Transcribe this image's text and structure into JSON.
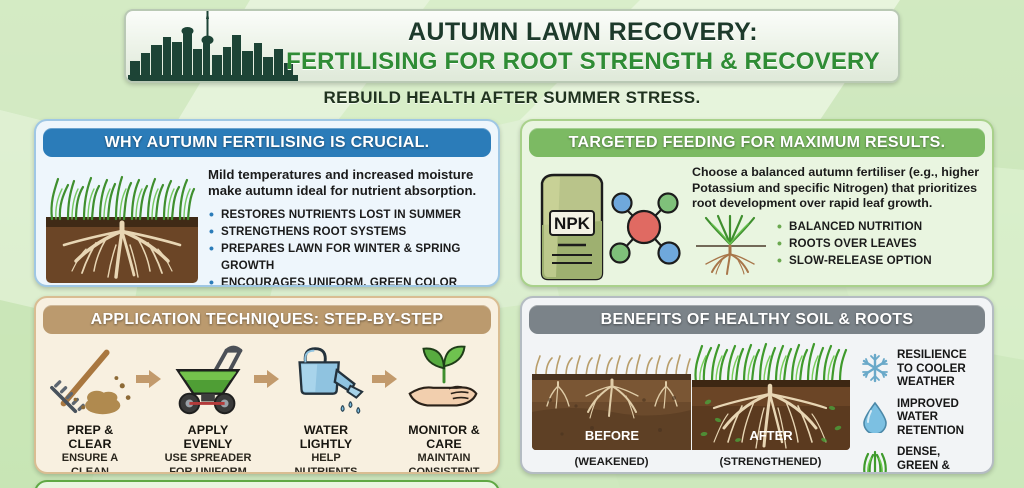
{
  "header": {
    "title_line1": "AUTUMN LAWN RECOVERY:",
    "title_line2": "FERTILISING FOR ROOT STRENGTH & RECOVERY",
    "subtitle": "REBUILD HEALTH AFTER SUMMER STRESS.",
    "logo_icon": "city-skyline-icon",
    "accent_dark": "#1d3a2b",
    "accent_green": "#2f8c35"
  },
  "cards": {
    "why": {
      "heading": "WHY AUTUMN FERTILISING IS CRUCIAL.",
      "header_color": "#2b7cb9",
      "image_icon": "grass-roots-soil-cross-section-icon",
      "lead": "Mild temperatures and increased moisture make autumn ideal for nutrient absorption.",
      "bullets": [
        "RESTORES NUTRIENTS LOST IN SUMMER",
        "STRENGTHENS ROOT SYSTEMS",
        "PREPARES LAWN FOR WINTER & SPRING GROWTH",
        "ENCOURAGES UNIFORM, GREEN COLOR"
      ]
    },
    "feeding": {
      "heading": "TARGETED FEEDING FOR MAXIMUM RESULTS.",
      "header_color": "#7cba63",
      "bag_label": "NPK",
      "bag_icon": "fertiliser-bag-icon",
      "molecule_icon": "molecule-icon",
      "sprout_icon": "sprout-roots-icon",
      "lead": "Choose a balanced autumn fertiliser (e.g., higher Potassium and specific Nitrogen) that prioritizes root development over rapid leaf growth.",
      "bullets": [
        "BALANCED NUTRITION",
        "ROOTS OVER LEAVES",
        "SLOW-RELEASE OPTION"
      ]
    },
    "steps": {
      "heading": "APPLICATION TECHNIQUES: STEP-BY-STEP",
      "header_color": "#bb9a6e",
      "arrow_icon": "arrow-right-icon",
      "items": [
        {
          "icon": "rake-soil-icon",
          "title": "PREP & CLEAR",
          "desc": "ENSURE A CLEAN SURFACE"
        },
        {
          "icon": "spreader-icon",
          "title": "APPLY EVENLY",
          "desc": "USE SPREADER FOR UNIFORM COVERAGE"
        },
        {
          "icon": "watering-can-icon",
          "title": "WATER LIGHTLY",
          "desc": "HELP NUTRIENTS REACH ROOT ZONE"
        },
        {
          "icon": "hand-sprout-icon",
          "title": "MONITOR & CARE",
          "desc": "MAINTAIN CONSISTENT ROUTINE"
        }
      ]
    },
    "benefits": {
      "heading": "BENEFITS OF HEALTHY SOIL & ROOTS",
      "header_color": "#7b8389",
      "comparison": [
        {
          "label": "BEFORE",
          "sub": "(WEAKENED)",
          "icon": "weak-lawn-roots-icon"
        },
        {
          "label": "AFTER",
          "sub": "(STRENGTHENED)",
          "icon": "strong-lawn-roots-icon"
        }
      ],
      "items": [
        {
          "icon": "snowflake-icon",
          "text": "RESILIENCE TO COOLER WEATHER"
        },
        {
          "icon": "water-drop-icon",
          "text": "IMPROVED WATER RETENTION"
        },
        {
          "icon": "grass-tuft-icon",
          "text": "DENSE, GREEN & STRONG LAWN"
        }
      ]
    }
  }
}
